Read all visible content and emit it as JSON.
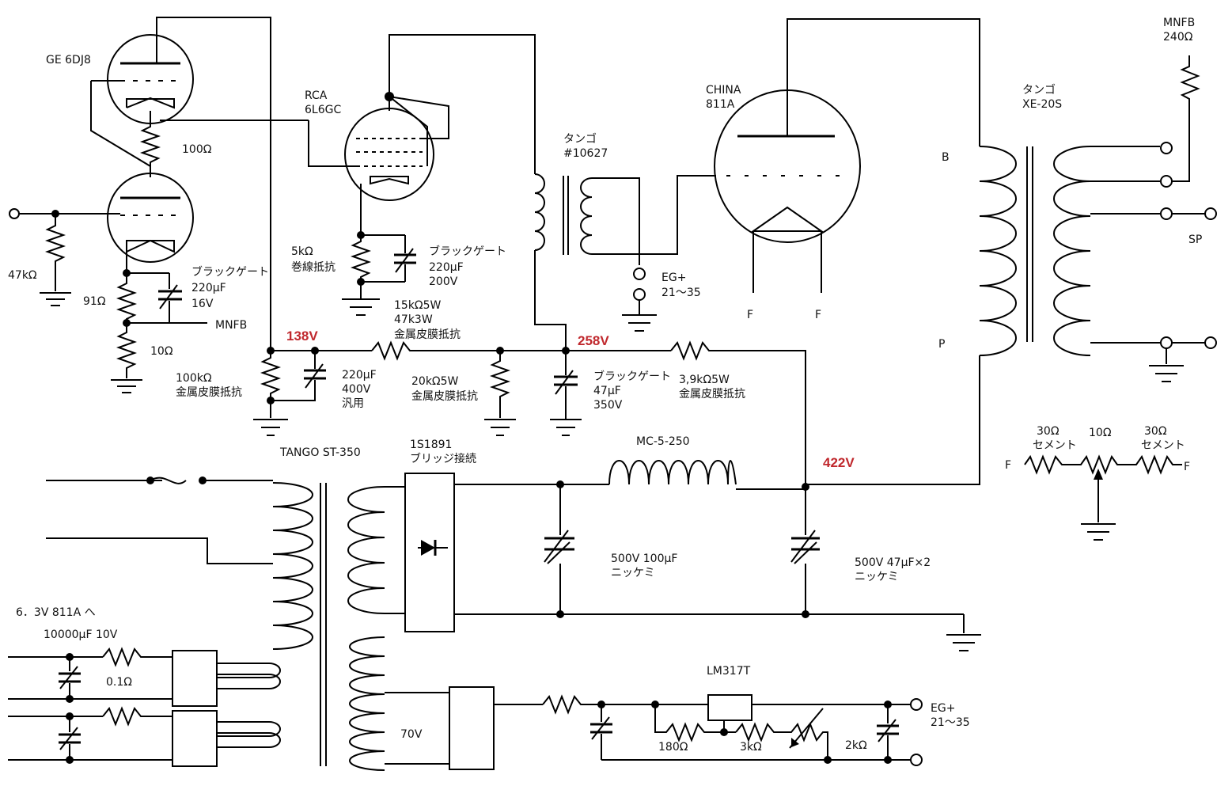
{
  "labels": {
    "v1_tube": "GE 6DJ8",
    "v1_mid_r": "100Ω",
    "v1_grid_r": "47kΩ",
    "v1_cath_r1": "91Ω",
    "v1_cath_r2": "10Ω",
    "v1_cath_cap_l1": "ブラックゲート",
    "v1_cath_cap_l2": "220μF",
    "v1_cath_cap_l3": "16V",
    "mnfb_in": "MNFB",
    "v2_tube_l1": "RCA",
    "v2_tube_l2": "6L6GC",
    "v2_cath_r_l1": "5kΩ",
    "v2_cath_r_l2": "巻線抵抗",
    "v2_cath_cap_l1": "ブラックゲート",
    "v2_cath_cap_l2": "220μF",
    "v2_cath_cap_l3": "200V",
    "drop_r1_l1": "15kΩ5W",
    "drop_r1_l2": "47k3W",
    "drop_r1_l3": "金属皮膜抵抗",
    "volt_138": "138V",
    "volt_258": "258V",
    "volt_422": "422V",
    "bleed_r_l1": "100kΩ",
    "bleed_r_l2": "金属皮膜抵抗",
    "cap_220_l1": "220μF",
    "cap_220_l2": "400V",
    "cap_220_l3": "汎用",
    "r_20k_l1": "20kΩ5W",
    "r_20k_l2": "金属皮膜抵抗",
    "cap_47_l1": "ブラックゲート",
    "cap_47_l2": "47μF",
    "cap_47_l3": "350V",
    "r_39k_l1": "3,9kΩ5W",
    "r_39k_l2": "金属皮膜抵抗",
    "ict_l1": "タンゴ",
    "ict_l2": "#10627",
    "eg_in_l1": "EG+",
    "eg_in_l2": "21～35",
    "v3_tube_l1": "CHINA",
    "v3_tube_l2": "811A",
    "fil_f1": "F",
    "fil_f2": "F",
    "opt_l1": "タンゴ",
    "opt_l2": "XE-20S",
    "opt_b": "B",
    "opt_p": "P",
    "mnfb_out_l1": "MNFB",
    "mnfb_out_l2": "240Ω",
    "sp": "SP",
    "hum_r1_l1": "30Ω",
    "hum_r1_l2": "セメント",
    "hum_pot": "10Ω",
    "hum_r2_l1": "30Ω",
    "hum_r2_l2": "セメント",
    "hum_f1": "F",
    "hum_f2": "F",
    "pt": "TANGO ST-350",
    "bridge_l1": "1S1891",
    "bridge_l2": "ブリッジ接続",
    "choke": "MC-5-250",
    "cap_100_l1": "500V  100μF",
    "cap_100_l2": "ニッケミ",
    "cap_47x2_l1": "500V  47μF×2",
    "cap_47x2_l2": "ニッケミ",
    "heater_l1": "6．3V    811A  へ",
    "heater_l2": "10000μF 10V",
    "heater_r": "0.1Ω",
    "sec_70v": "70V",
    "reg": "LM317T",
    "reg_r1": "180Ω",
    "reg_r2": "3kΩ",
    "reg_vr": "2kΩ",
    "eg_out_l1": "EG+",
    "eg_out_l2": "21～35"
  }
}
